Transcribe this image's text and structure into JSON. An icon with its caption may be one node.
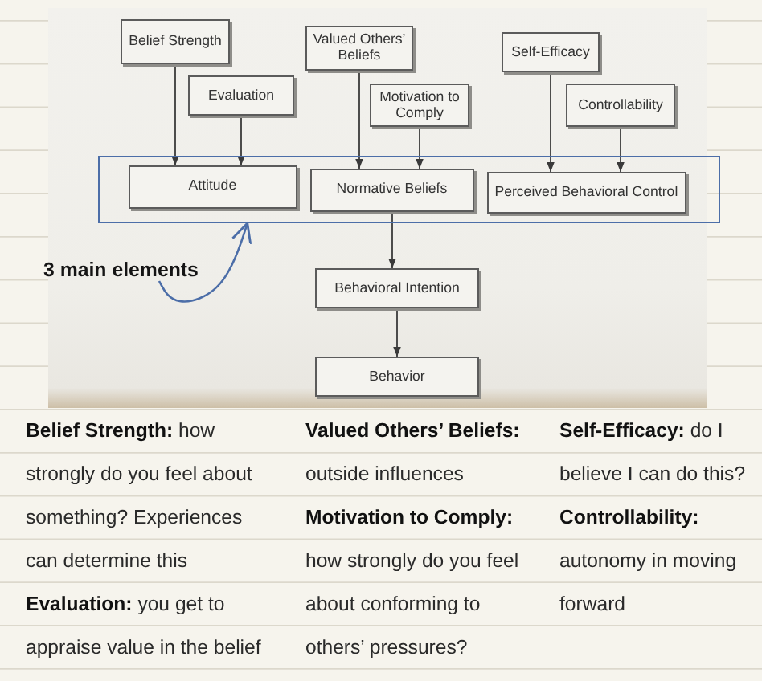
{
  "diagram": {
    "nodes": [
      {
        "text": [
          "Belief Strength"
        ]
      },
      {
        "text": [
          "Valued Others’ Beliefs"
        ]
      },
      {
        "text": [
          "Self-Efficacy"
        ]
      },
      {
        "text": [
          "Evaluation"
        ]
      },
      {
        "text": [
          "Motivation to Comply"
        ]
      },
      {
        "text": [
          "Controllability"
        ]
      },
      {
        "text": [],
        "shape": "box"
      },
      {
        "text": [
          "Attitude"
        ],
        "in": 6
      },
      {
        "text": [
          "Normative Beliefs"
        ],
        "in": 6
      },
      {
        "text": [
          "Perceived Behavioral Control"
        ],
        "in": 6
      },
      {
        "text": [
          "3 main elements"
        ]
      },
      {
        "text": [
          "Behavioral Intention"
        ]
      },
      {
        "text": [
          "Behavior"
        ]
      }
    ],
    "edges": [
      {
        "from": 0,
        "to": 7,
        "arrow": "to"
      },
      {
        "from": 3,
        "to": 7,
        "arrow": "to"
      },
      {
        "from": 1,
        "to": 8,
        "arrow": "to"
      },
      {
        "from": 4,
        "to": 8,
        "arrow": "to"
      },
      {
        "from": 2,
        "to": 9,
        "arrow": "to"
      },
      {
        "from": 5,
        "to": 9,
        "arrow": "to"
      },
      {
        "from": 8,
        "to": 11,
        "arrow": "to"
      },
      {
        "from": 11,
        "to": 12,
        "arrow": "to"
      },
      {
        "from": 10,
        "to": 6,
        "arrow": "to",
        "color": "#4c6ea8"
      }
    ],
    "labels": [
      "**Belief Strength:** how strongly do you feel about something? Experiences can determine this",
      "**Evaluation:** you get to appraise value in the belief",
      "**Valued Others’ Beliefs:** outside influences",
      "**Motivation to Comply:** how strongly do you feel about conforming to others’ pressures?",
      "**Self-Efficacy:** do I believe I can do this?",
      "**Controllability:** autonomy in moving forward"
    ]
  }
}
